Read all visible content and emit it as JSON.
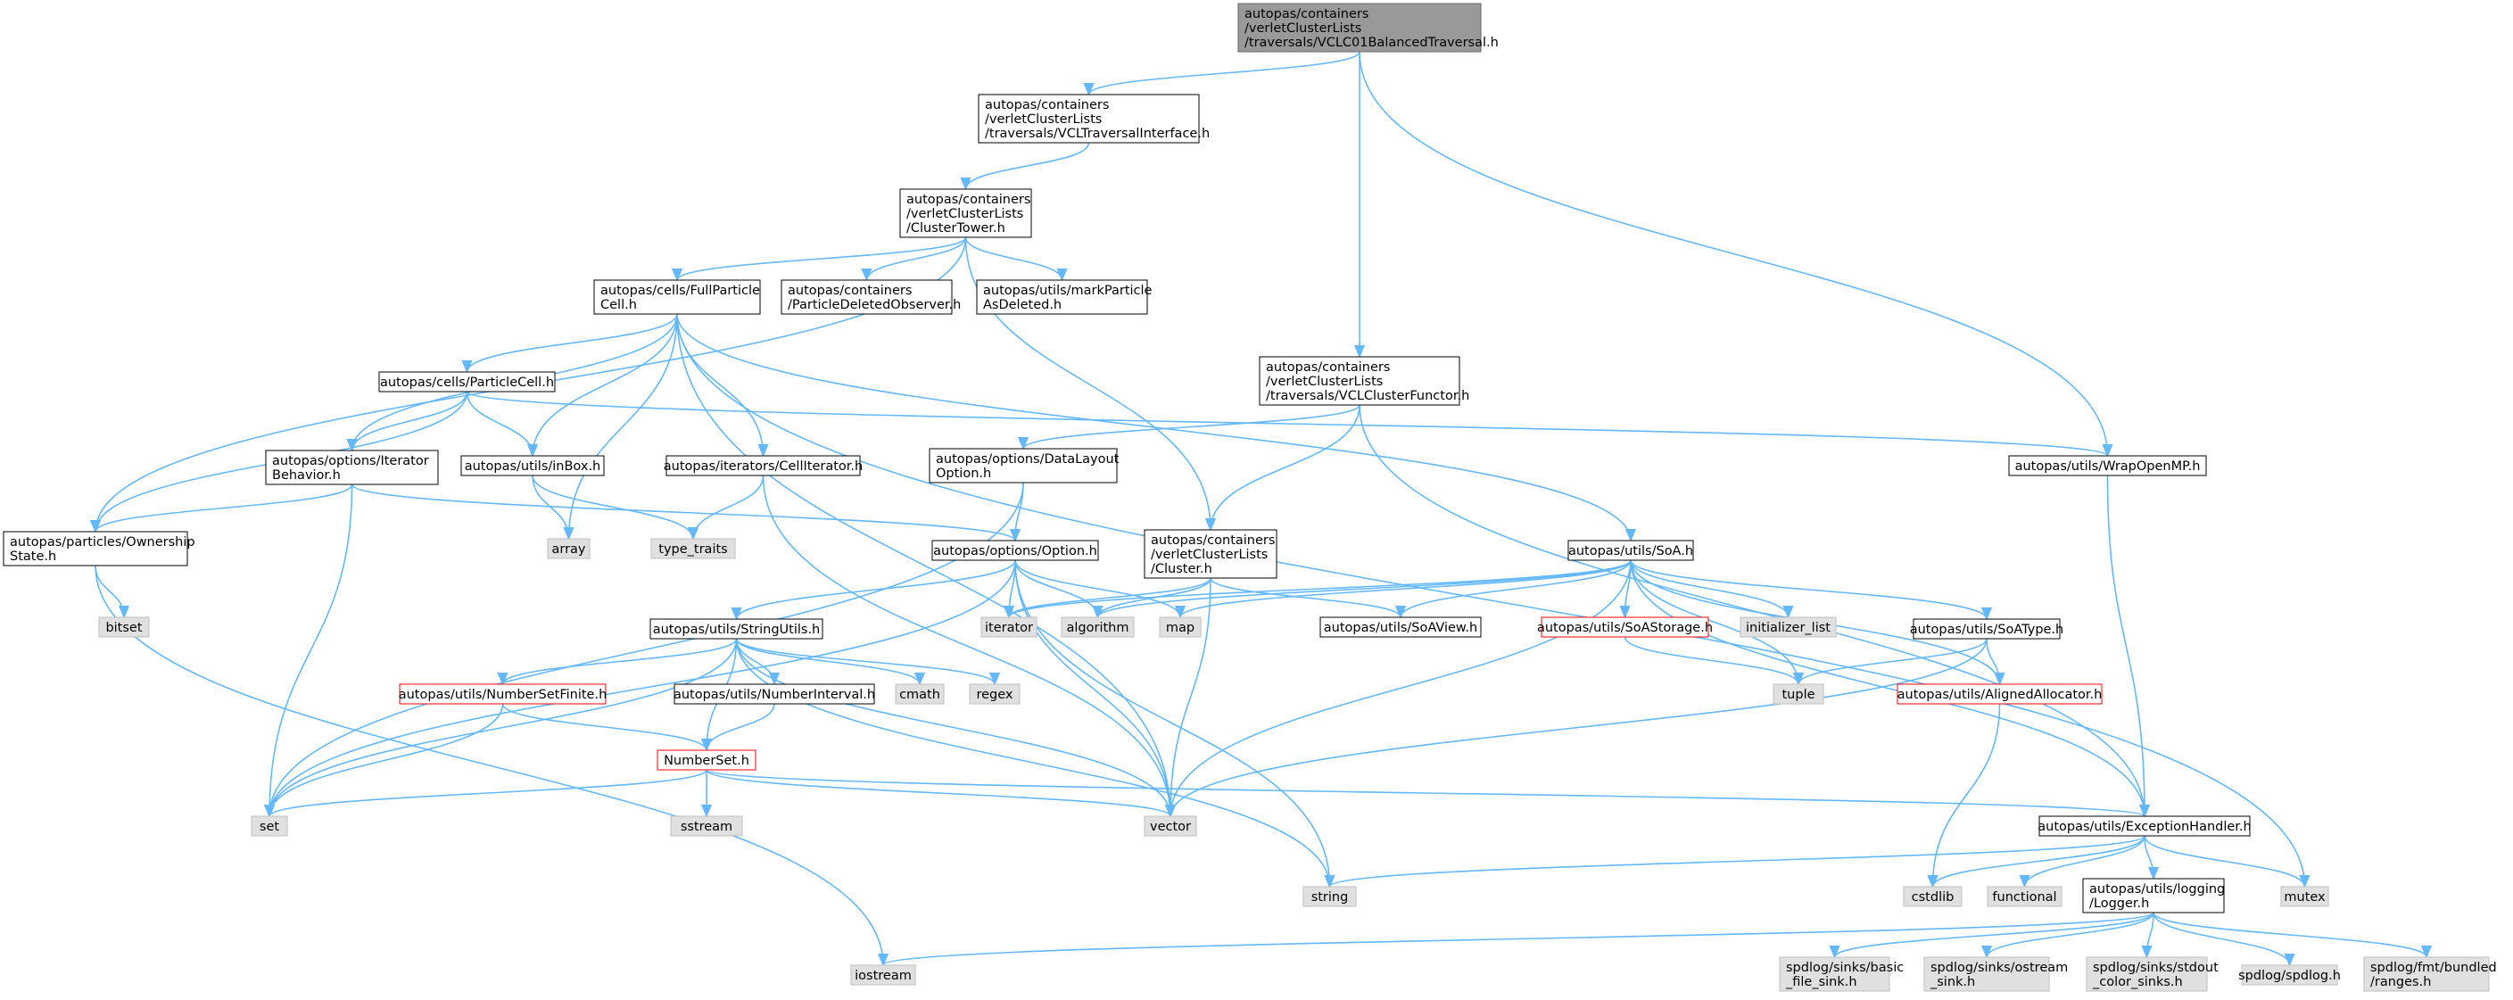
{
  "colors": {
    "edge": "#63b8ff",
    "root_fill": "#999999",
    "node_fill": "#ffffff",
    "node_stroke": "#000000",
    "system_fill": "#e0e0e0",
    "system_stroke": "#bfbfbf",
    "incomplete_stroke": "#ff0000",
    "text": "#000000"
  },
  "nodes": [
    {
      "id": "root",
      "kind": "root",
      "lines": [
        "autopas/containers",
        "/verletClusterLists",
        "/traversals/VCLC01BalancedTraversal.h"
      ]
    },
    {
      "id": "vcltif",
      "kind": "file",
      "lines": [
        "autopas/containers",
        "/verletClusterLists",
        "/traversals/VCLTraversalInterface.h"
      ]
    },
    {
      "id": "ctower",
      "kind": "file",
      "lines": [
        "autopas/containers",
        "/verletClusterLists",
        "/ClusterTower.h"
      ]
    },
    {
      "id": "fullcell",
      "kind": "file",
      "lines": [
        "autopas/cells/FullParticle",
        "Cell.h"
      ]
    },
    {
      "id": "pdobs",
      "kind": "file",
      "lines": [
        "autopas/containers",
        "/ParticleDeletedObserver.h"
      ]
    },
    {
      "id": "markdel",
      "kind": "file",
      "lines": [
        "autopas/utils/markParticle",
        "AsDeleted.h"
      ]
    },
    {
      "id": "vclfunc",
      "kind": "file",
      "lines": [
        "autopas/containers",
        "/verletClusterLists",
        "/traversals/VCLClusterFunctor.h"
      ]
    },
    {
      "id": "pcell",
      "kind": "file",
      "lines": [
        "autopas/cells/ParticleCell.h"
      ]
    },
    {
      "id": "iterbeh",
      "kind": "file",
      "lines": [
        "autopas/options/Iterator",
        "Behavior.h"
      ]
    },
    {
      "id": "inbox",
      "kind": "file",
      "lines": [
        "autopas/utils/inBox.h"
      ]
    },
    {
      "id": "celliter",
      "kind": "file",
      "lines": [
        "autopas/iterators/CellIterator.h"
      ]
    },
    {
      "id": "dlo",
      "kind": "file",
      "lines": [
        "autopas/options/DataLayout",
        "Option.h"
      ]
    },
    {
      "id": "wrapomp",
      "kind": "file",
      "lines": [
        "autopas/utils/WrapOpenMP.h"
      ]
    },
    {
      "id": "owner",
      "kind": "file",
      "lines": [
        "autopas/particles/Ownership",
        "State.h"
      ]
    },
    {
      "id": "array",
      "kind": "sys",
      "lines": [
        "array"
      ]
    },
    {
      "id": "typetraits",
      "kind": "sys",
      "lines": [
        "type_traits"
      ]
    },
    {
      "id": "option",
      "kind": "file",
      "lines": [
        "autopas/options/Option.h"
      ]
    },
    {
      "id": "cluster",
      "kind": "file",
      "lines": [
        "autopas/containers",
        "/verletClusterLists",
        "/Cluster.h"
      ]
    },
    {
      "id": "soa",
      "kind": "file",
      "lines": [
        "autopas/utils/SoA.h"
      ]
    },
    {
      "id": "bitset",
      "kind": "sys",
      "lines": [
        "bitset"
      ]
    },
    {
      "id": "strutils",
      "kind": "file",
      "lines": [
        "autopas/utils/StringUtils.h"
      ]
    },
    {
      "id": "iterator",
      "kind": "sys",
      "lines": [
        "iterator"
      ]
    },
    {
      "id": "algorithm",
      "kind": "sys",
      "lines": [
        "algorithm"
      ]
    },
    {
      "id": "map",
      "kind": "sys",
      "lines": [
        "map"
      ]
    },
    {
      "id": "soaview",
      "kind": "file",
      "lines": [
        "autopas/utils/SoAView.h"
      ]
    },
    {
      "id": "soastorage",
      "kind": "incomplete",
      "lines": [
        "autopas/utils/SoAStorage.h"
      ]
    },
    {
      "id": "initlist",
      "kind": "sys",
      "lines": [
        "initializer_list"
      ]
    },
    {
      "id": "soatype",
      "kind": "file",
      "lines": [
        "autopas/utils/SoAType.h"
      ]
    },
    {
      "id": "nsfinite",
      "kind": "incomplete",
      "lines": [
        "autopas/utils/NumberSetFinite.h"
      ]
    },
    {
      "id": "ninterval",
      "kind": "file",
      "lines": [
        "autopas/utils/NumberInterval.h"
      ]
    },
    {
      "id": "cmath",
      "kind": "sys",
      "lines": [
        "cmath"
      ]
    },
    {
      "id": "regex",
      "kind": "sys",
      "lines": [
        "regex"
      ]
    },
    {
      "id": "tuple",
      "kind": "sys",
      "lines": [
        "tuple"
      ]
    },
    {
      "id": "aligned",
      "kind": "incomplete",
      "lines": [
        "autopas/utils/AlignedAllocator.h"
      ]
    },
    {
      "id": "numberset",
      "kind": "incomplete",
      "lines": [
        "NumberSet.h"
      ]
    },
    {
      "id": "set",
      "kind": "sys",
      "lines": [
        "set"
      ]
    },
    {
      "id": "sstream",
      "kind": "sys",
      "lines": [
        "sstream"
      ]
    },
    {
      "id": "vector",
      "kind": "sys",
      "lines": [
        "vector"
      ]
    },
    {
      "id": "exch",
      "kind": "file",
      "lines": [
        "autopas/utils/ExceptionHandler.h"
      ]
    },
    {
      "id": "string",
      "kind": "sys",
      "lines": [
        "string"
      ]
    },
    {
      "id": "cstdlib",
      "kind": "sys",
      "lines": [
        "cstdlib"
      ]
    },
    {
      "id": "functional",
      "kind": "sys",
      "lines": [
        "functional"
      ]
    },
    {
      "id": "logger",
      "kind": "file",
      "lines": [
        "autopas/utils/logging",
        "/Logger.h"
      ]
    },
    {
      "id": "mutex",
      "kind": "sys",
      "lines": [
        "mutex"
      ]
    },
    {
      "id": "iostream",
      "kind": "sys",
      "lines": [
        "iostream"
      ]
    },
    {
      "id": "basicfs",
      "kind": "sys",
      "lines": [
        "spdlog/sinks/basic",
        "_file_sink.h"
      ]
    },
    {
      "id": "ostreams",
      "kind": "sys",
      "lines": [
        "spdlog/sinks/ostream",
        "_sink.h"
      ]
    },
    {
      "id": "stdoutcs",
      "kind": "sys",
      "lines": [
        "spdlog/sinks/stdout",
        "_color_sinks.h"
      ]
    },
    {
      "id": "spdlog",
      "kind": "sys",
      "lines": [
        "spdlog/spdlog.h"
      ]
    },
    {
      "id": "ranges",
      "kind": "sys",
      "lines": [
        "spdlog/fmt/bundled",
        "/ranges.h"
      ]
    }
  ],
  "edges": [
    [
      "root",
      "vcltif"
    ],
    [
      "root",
      "vclfunc"
    ],
    [
      "root",
      "wrapomp"
    ],
    [
      "vcltif",
      "ctower"
    ],
    [
      "ctower",
      "fullcell"
    ],
    [
      "ctower",
      "pdobs"
    ],
    [
      "ctower",
      "markdel"
    ],
    [
      "ctower",
      "owner"
    ],
    [
      "ctower",
      "cluster"
    ],
    [
      "fullcell",
      "pcell"
    ],
    [
      "fullcell",
      "iterbeh"
    ],
    [
      "fullcell",
      "inbox"
    ],
    [
      "fullcell",
      "celliter"
    ],
    [
      "fullcell",
      "array"
    ],
    [
      "fullcell",
      "soa"
    ],
    [
      "fullcell",
      "vector"
    ],
    [
      "fullcell",
      "mutex"
    ],
    [
      "vclfunc",
      "dlo"
    ],
    [
      "vclfunc",
      "cluster"
    ],
    [
      "vclfunc",
      "exch"
    ],
    [
      "pcell",
      "iterbeh"
    ],
    [
      "pcell",
      "inbox"
    ],
    [
      "pcell",
      "owner"
    ],
    [
      "pcell",
      "wrapomp"
    ],
    [
      "iterbeh",
      "owner"
    ],
    [
      "iterbeh",
      "option"
    ],
    [
      "iterbeh",
      "set"
    ],
    [
      "inbox",
      "array"
    ],
    [
      "inbox",
      "typetraits"
    ],
    [
      "celliter",
      "typetraits"
    ],
    [
      "celliter",
      "vector"
    ],
    [
      "dlo",
      "option"
    ],
    [
      "dlo",
      "set"
    ],
    [
      "wrapomp",
      "exch"
    ],
    [
      "owner",
      "bitset"
    ],
    [
      "owner",
      "iostream"
    ],
    [
      "option",
      "strutils"
    ],
    [
      "option",
      "iterator"
    ],
    [
      "option",
      "algorithm"
    ],
    [
      "option",
      "map"
    ],
    [
      "option",
      "set"
    ],
    [
      "option",
      "string"
    ],
    [
      "option",
      "vector"
    ],
    [
      "cluster",
      "algorithm"
    ],
    [
      "cluster",
      "iterator"
    ],
    [
      "cluster",
      "soaview"
    ],
    [
      "cluster",
      "vector"
    ],
    [
      "soa",
      "soaview"
    ],
    [
      "soa",
      "soastorage"
    ],
    [
      "soa",
      "initlist"
    ],
    [
      "soa",
      "soatype"
    ],
    [
      "soa",
      "tuple"
    ],
    [
      "soa",
      "aligned"
    ],
    [
      "soa",
      "exch"
    ],
    [
      "soa",
      "map"
    ],
    [
      "soa",
      "algorithm"
    ],
    [
      "soa",
      "iterator"
    ],
    [
      "soa",
      "vector"
    ],
    [
      "strutils",
      "nsfinite"
    ],
    [
      "strutils",
      "ninterval"
    ],
    [
      "strutils",
      "cmath"
    ],
    [
      "strutils",
      "regex"
    ],
    [
      "strutils",
      "numberset"
    ],
    [
      "strutils",
      "set"
    ],
    [
      "strutils",
      "string"
    ],
    [
      "strutils",
      "vector"
    ],
    [
      "soastorage",
      "tuple"
    ],
    [
      "soatype",
      "tuple"
    ],
    [
      "soatype",
      "aligned"
    ],
    [
      "soatype",
      "vector"
    ],
    [
      "nsfinite",
      "numberset"
    ],
    [
      "nsfinite",
      "set"
    ],
    [
      "ninterval",
      "numberset"
    ],
    [
      "aligned",
      "cstdlib"
    ],
    [
      "numberset",
      "set"
    ],
    [
      "numberset",
      "sstream"
    ],
    [
      "numberset",
      "vector"
    ],
    [
      "numberset",
      "exch"
    ],
    [
      "exch",
      "string"
    ],
    [
      "exch",
      "cstdlib"
    ],
    [
      "exch",
      "functional"
    ],
    [
      "exch",
      "logger"
    ],
    [
      "exch",
      "mutex"
    ],
    [
      "logger",
      "iostream"
    ],
    [
      "logger",
      "basicfs"
    ],
    [
      "logger",
      "ostreams"
    ],
    [
      "logger",
      "stdoutcs"
    ],
    [
      "logger",
      "spdlog"
    ],
    [
      "logger",
      "ranges"
    ]
  ]
}
